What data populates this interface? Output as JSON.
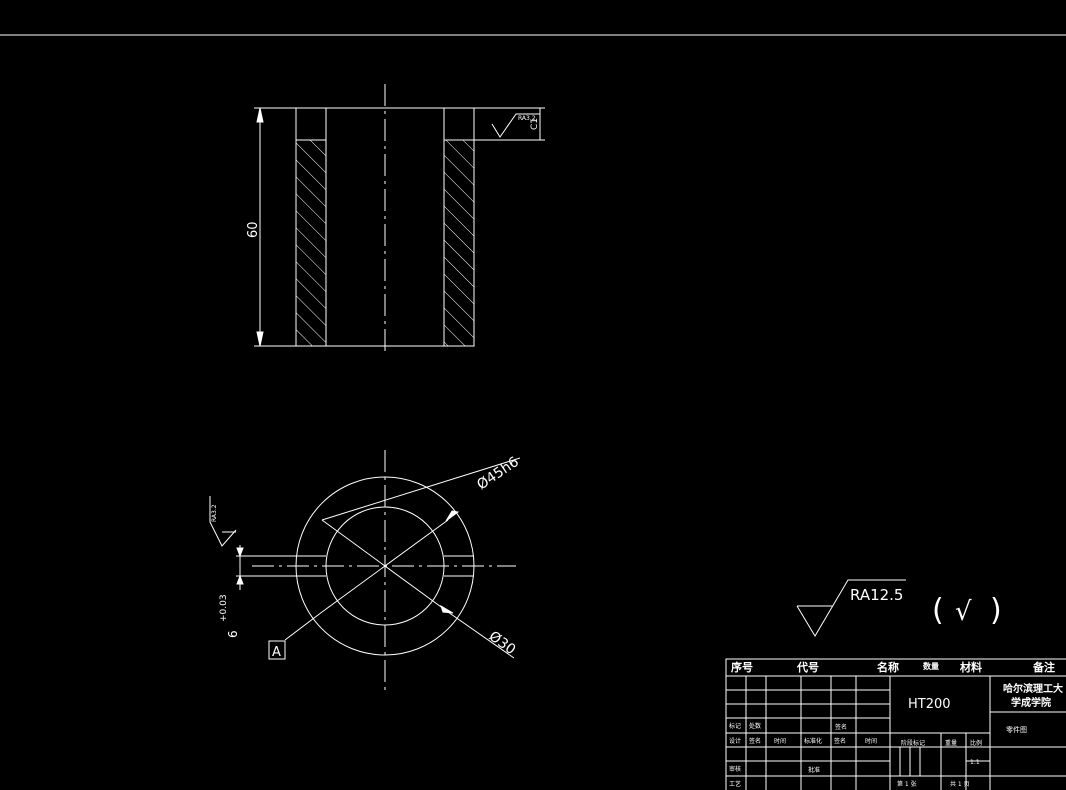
{
  "drawing": {
    "front_view": {
      "height_dim": "60",
      "roughness_top": "RA3.2",
      "chamfer": "C1"
    },
    "top_view": {
      "outer_dia": "Ø45h6",
      "inner_dia": "Ø30",
      "slot_tol": "+0.03",
      "slot_width": "6",
      "roughness_slot": "RA3.2",
      "datum": "A"
    },
    "general_roughness": {
      "value": "RA12.5",
      "paren_left": "(",
      "paren_symbol": "√",
      "paren_right": ")"
    }
  },
  "title_block": {
    "headers": {
      "seq": "序号",
      "code": "代号",
      "name": "名称",
      "qty": "数量",
      "material": "材料",
      "remark": "备注"
    },
    "material_value": "HT200",
    "school_line1": "哈尔滨理工大",
    "school_line2": "学成学院",
    "drawing_name": "零件图",
    "labels": {
      "mark": "标记",
      "places": "处数",
      "sign": "签名",
      "design": "设计",
      "signature": "签名",
      "date": "时间",
      "standardize": "标准化",
      "signature2": "签名",
      "date2": "时间",
      "stage_mark": "阶段标记",
      "weight": "重量",
      "scale": "比例",
      "scale_value": "1:1",
      "check": "审核",
      "approve": "批准",
      "process": "工艺",
      "sheet_of": "第 1 张",
      "total_sheets": "共 1 页"
    }
  }
}
